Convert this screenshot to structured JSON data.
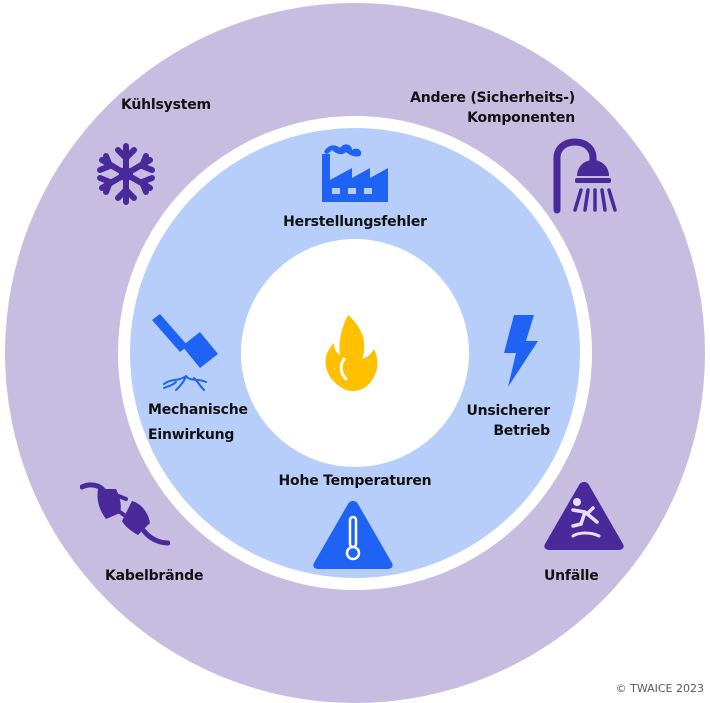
{
  "title": "Brandursachen Batteriespeicher",
  "center": {
    "icon": "fire-icon"
  },
  "colors": {
    "outer_ring": "#c6bde0",
    "inner_ring": "#b7cefb",
    "outer_icon": "#4a2a9a",
    "inner_icon": "#1f63f5",
    "fire": "#ffc000",
    "background": "#ffffff"
  },
  "inner_causes": [
    {
      "id": "herstellungsfehler",
      "label": "Herstellungsfehler",
      "icon": "factory-icon"
    },
    {
      "id": "unsicherer-betrieb",
      "lines": [
        "Unsicherer",
        "Betrieb"
      ],
      "icon": "lightning-icon"
    },
    {
      "id": "hohe-temperaturen",
      "label": "Hohe Temperaturen",
      "icon": "thermometer-warning-icon"
    },
    {
      "id": "mechanische-einwirkung",
      "lines": [
        "Mechanische",
        "Einwirkung"
      ],
      "icon": "hammer-icon"
    }
  ],
  "outer_causes": [
    {
      "id": "kuehlsystem",
      "label": "Kühlsystem",
      "icon": "snowflake-icon"
    },
    {
      "id": "andere-komponenten",
      "lines": [
        "Andere (Sicherheits-)",
        "Komponenten"
      ],
      "icon": "shower-icon"
    },
    {
      "id": "unfaelle",
      "label": "Unfälle",
      "icon": "slip-warning-icon"
    },
    {
      "id": "kabelbraende",
      "label": "Kabelbrände",
      "icon": "plug-icon"
    }
  ],
  "footer": {
    "copyright": "© TWAICE 2023"
  }
}
